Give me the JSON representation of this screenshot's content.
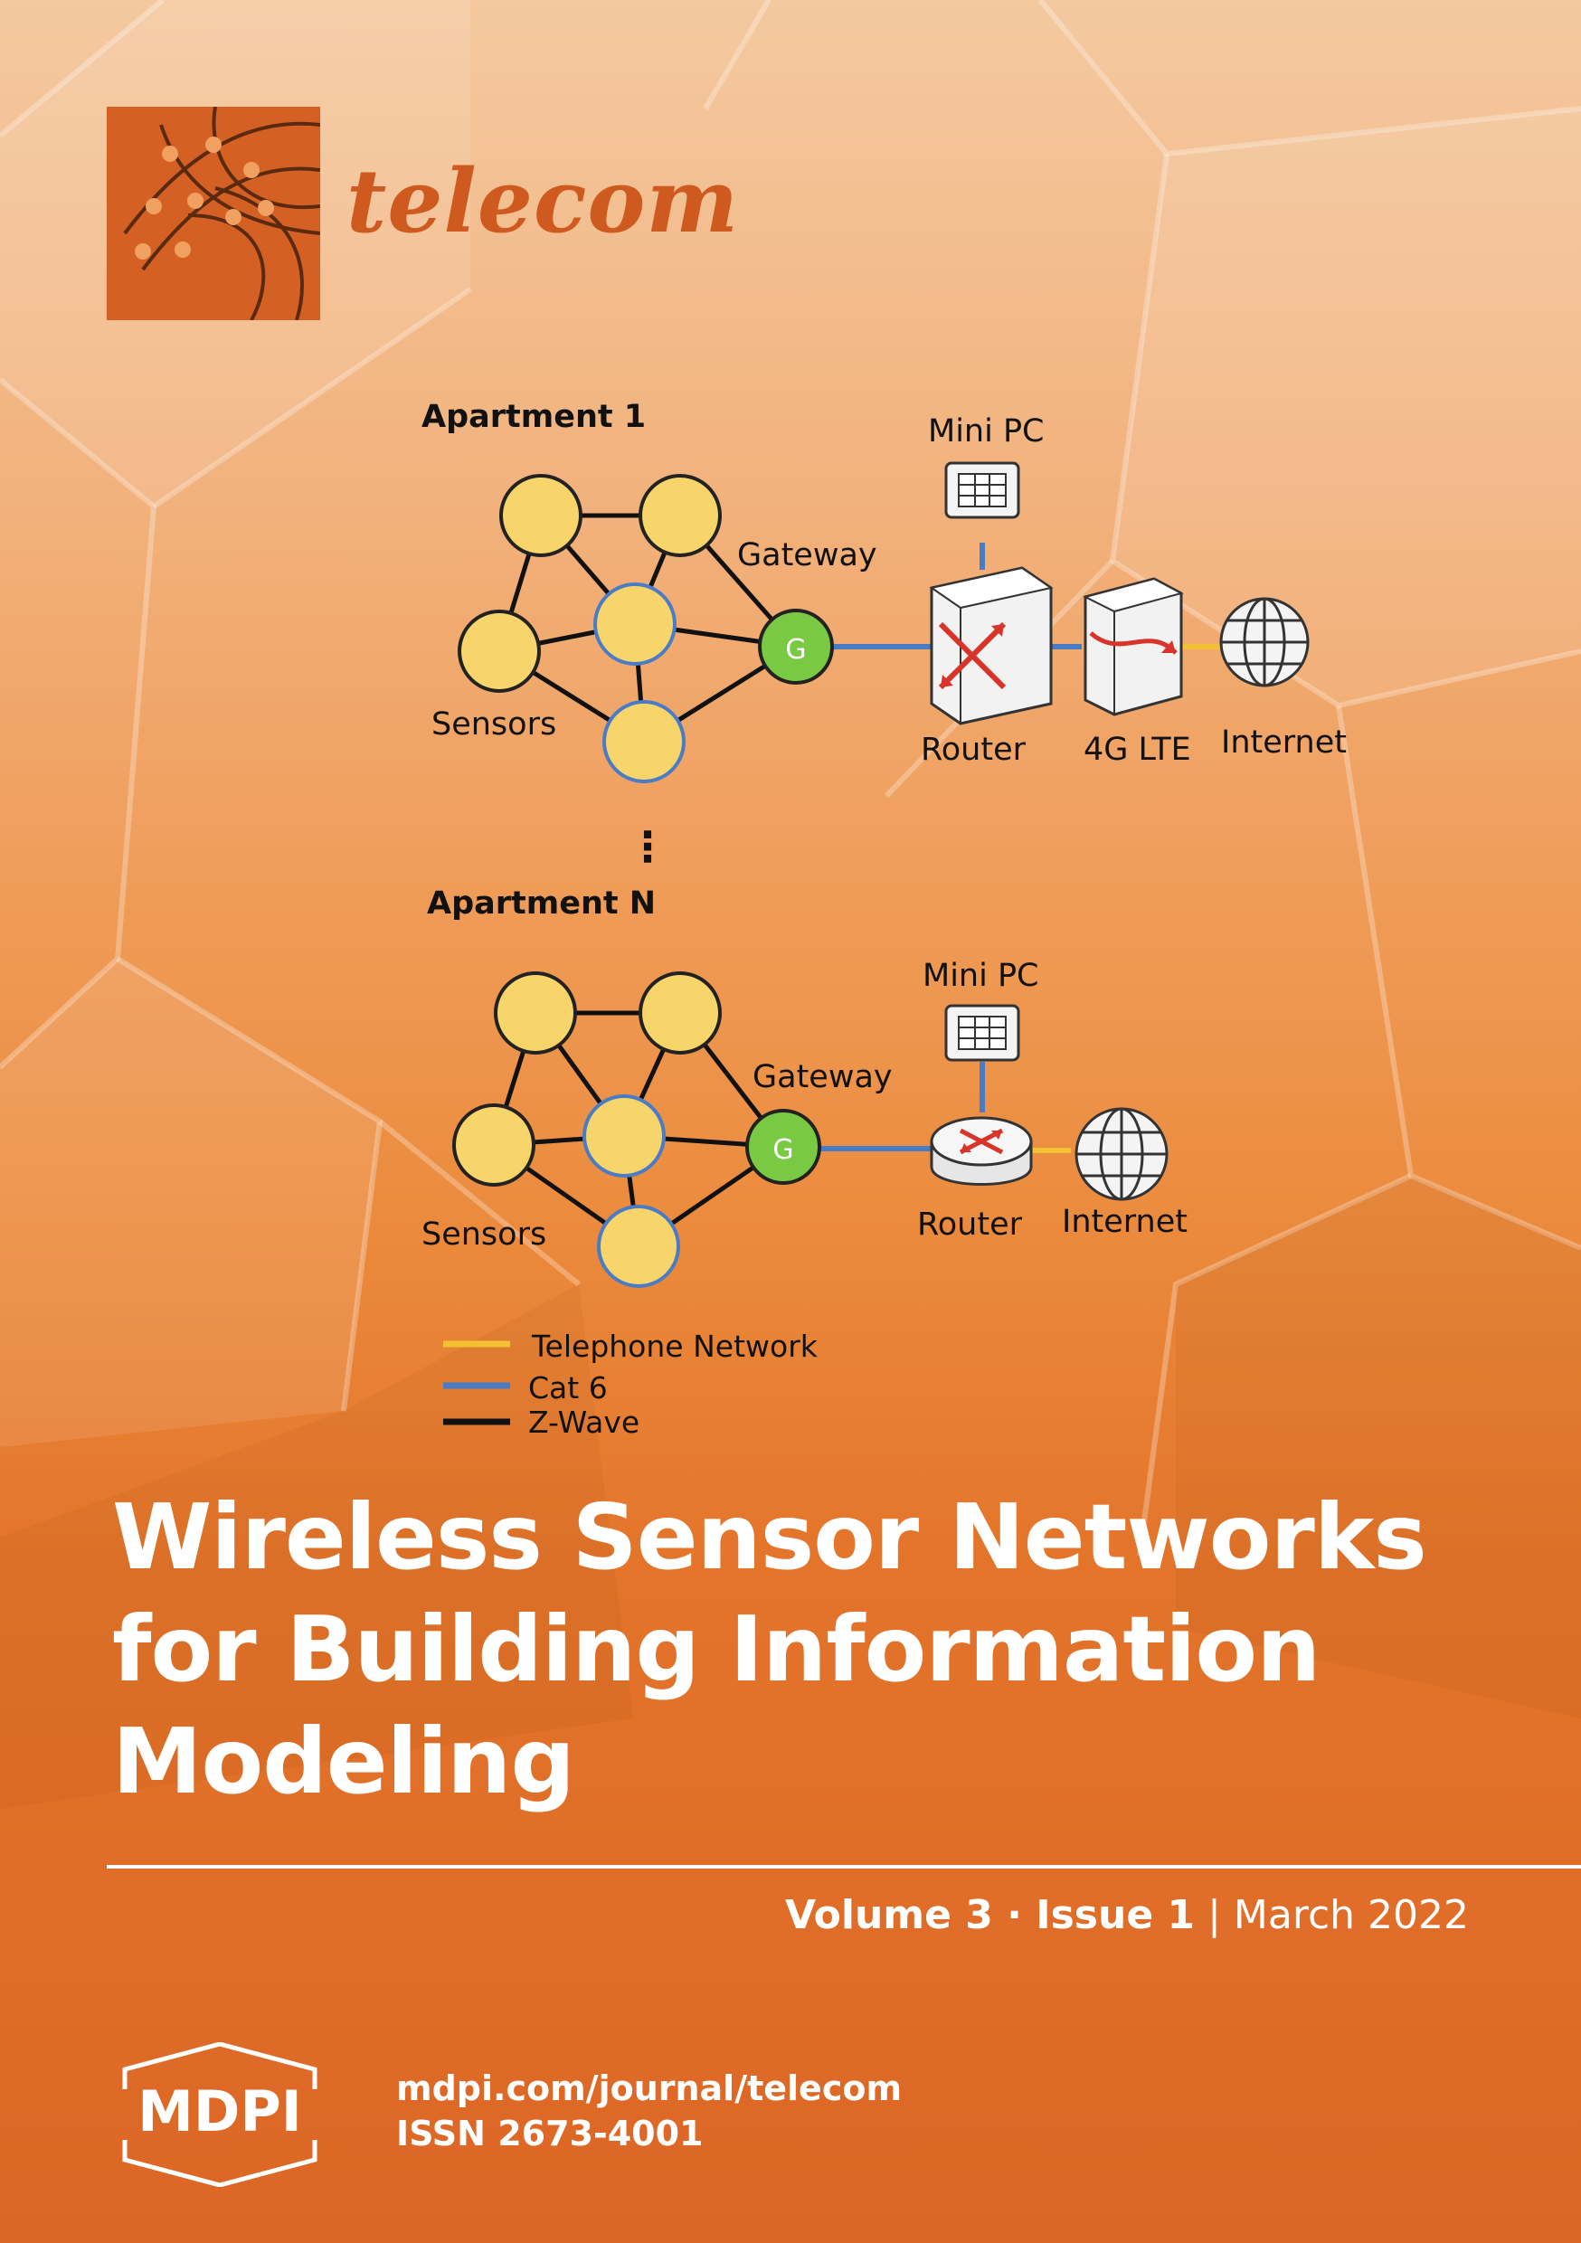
{
  "journal": {
    "name": "telecom",
    "brand_color": "#d56024",
    "logo_icon": "telecom-orbit-logo"
  },
  "diagram": {
    "apartment_1": {
      "title": "Apartment 1",
      "mini_pc": "Mini PC",
      "gateway": "Gateway",
      "gateway_node": "G",
      "sensors": "Sensors",
      "router": "Router",
      "lte": "4G LTE",
      "internet": "Internet"
    },
    "ellipsis": "⋮",
    "apartment_n": {
      "title": "Apartment N",
      "mini_pc": "Mini PC",
      "gateway": "Gateway",
      "gateway_node": "G",
      "sensors": "Sensors",
      "router": "Router",
      "internet": "Internet"
    },
    "legend": [
      {
        "label": "Telephone Network",
        "color": "#f2c233"
      },
      {
        "label": "Cat 6",
        "color": "#4a7cc6"
      },
      {
        "label": "Z-Wave",
        "color": "#111111"
      }
    ],
    "sensor_color": "#f7d56a",
    "gateway_color": "#7ac943"
  },
  "title": {
    "line1": "Wireless Sensor Networks",
    "line2": "for Building Information",
    "line3": "Modeling"
  },
  "issue": {
    "volume": "Volume 3",
    "sep": " · ",
    "issue": "Issue 1",
    "bar": " | ",
    "date": "March 2022"
  },
  "publisher": {
    "logo_text": "MDPI",
    "url": "mdpi.com/journal/telecom",
    "issn": "ISSN 2673-4001"
  }
}
